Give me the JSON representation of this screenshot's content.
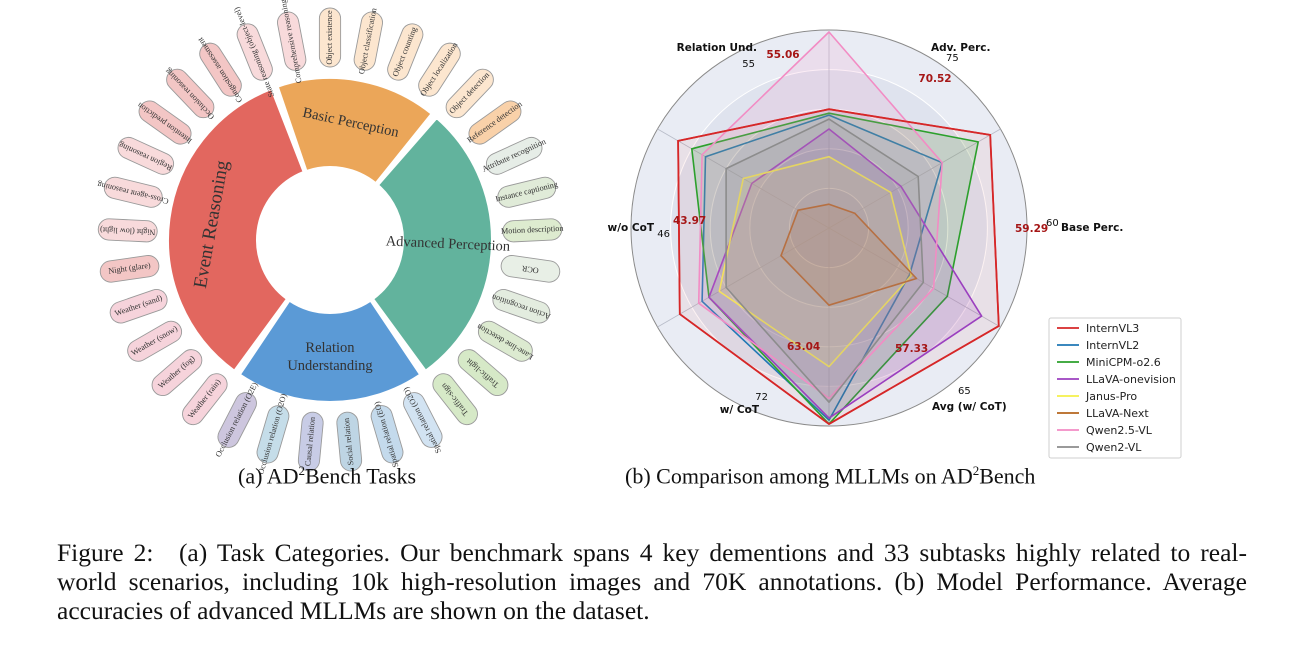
{
  "wheel": {
    "categories": [
      {
        "label": "Basic Perception",
        "color": "#EBA659",
        "start": -20,
        "end": 40
      },
      {
        "label": "Advanced Perception",
        "color": "#62B39D",
        "start": 40,
        "end": 145
      },
      {
        "label": "Relation Understanding",
        "color": "#5B9AD6",
        "start": 145,
        "end": 215
      },
      {
        "label": "Event Reasoning",
        "color": "#E2675F",
        "start": 215,
        "end": 340
      }
    ],
    "subtasks": [
      {
        "label": "Object existence",
        "color": "#FCE6CF"
      },
      {
        "label": "Object classification",
        "color": "#FCE6CF"
      },
      {
        "label": "Object counting",
        "color": "#FCE6CF"
      },
      {
        "label": "Object localization",
        "color": "#FCE6CF"
      },
      {
        "label": "Object detection",
        "color": "#FCE6CF"
      },
      {
        "label": "Reference detection",
        "color": "#F9D1A9"
      },
      {
        "label": "Attribute recognition",
        "color": "#E6EDE7"
      },
      {
        "label": "Instance captioning",
        "color": "#E0EBD8"
      },
      {
        "label": "Motion description",
        "color": "#DDEBCF"
      },
      {
        "label": "OCR",
        "color": "#E8EFE6"
      },
      {
        "label": "Action recognition",
        "color": "#E3ECDF"
      },
      {
        "label": "Lane-line detection",
        "color": "#DCEAD0"
      },
      {
        "label": "Traffic-light",
        "color": "#D6E9C7"
      },
      {
        "label": "Traffic-sign",
        "color": "#D6E9C7"
      },
      {
        "label": "Spatial relation (O2O)",
        "color": "#D2E3F2"
      },
      {
        "label": "Spatial relation (EO)",
        "color": "#C4DAEC"
      },
      {
        "label": "Social relation",
        "color": "#BED5E4"
      },
      {
        "label": "Causal relation",
        "color": "#C8CCE6"
      },
      {
        "label": "Occlusion relation (O2O)",
        "color": "#C5DDE9"
      },
      {
        "label": "Occlusion relation (O2E)",
        "color": "#CDC6DE"
      },
      {
        "label": "Weather (rain)",
        "color": "#F6D3DB"
      },
      {
        "label": "Weather (fog)",
        "color": "#F6D3DB"
      },
      {
        "label": "Weather (snow)",
        "color": "#F6D3DB"
      },
      {
        "label": "Weather (sand)",
        "color": "#F6D3DB"
      },
      {
        "label": "Night (glare)",
        "color": "#F3C6C5"
      },
      {
        "label": "Night (low light)",
        "color": "#F8DADB"
      },
      {
        "label": "Cross-agent reasoning",
        "color": "#F8DADB"
      },
      {
        "label": "Region reasoning",
        "color": "#F8DADB"
      },
      {
        "label": "Intention prediction",
        "color": "#F3C6C5"
      },
      {
        "label": "Occlusion reasoning",
        "color": "#F3C6C5"
      },
      {
        "label": "Congestion assessment",
        "color": "#F3C6C5"
      },
      {
        "label": "State reasoning (object-level)",
        "color": "#F8DADB"
      },
      {
        "label": "Comprehensive reasoning",
        "color": "#F8DADB"
      }
    ]
  },
  "chart_data": {
    "type": "radar",
    "axes": [
      {
        "name": "Base Perc.",
        "max": "60"
      },
      {
        "name": "Adv. Perc.",
        "max": "75"
      },
      {
        "name": "Relation Und.",
        "max": "55"
      },
      {
        "name": "w/o CoT",
        "max": "46"
      },
      {
        "name": "w/ CoT",
        "max": "72"
      },
      {
        "name": "Avg (w/ CoT)",
        "max": "65"
      }
    ],
    "best_labels": [
      "59.29",
      "70.52",
      "55.06",
      "43.97",
      "63.04",
      "57.33"
    ],
    "series": [
      {
        "name": "InternVL3",
        "color": "#D62728",
        "fill": false,
        "values": [
          0.6,
          0.94,
          0.99,
          0.99,
          0.87,
          0.88
        ]
      },
      {
        "name": "InternVL2",
        "color": "#1F77B4",
        "fill": false,
        "values": [
          0.57,
          0.66,
          0.47,
          0.97,
          0.74,
          0.72
        ]
      },
      {
        "name": "MiniCPM-o2.6",
        "color": "#2CA02C",
        "fill": true,
        "values": [
          0.58,
          0.87,
          0.69,
          0.99,
          0.7,
          0.8
        ]
      },
      {
        "name": "LLaVA-onevision",
        "color": "#9B3FBF",
        "fill": true,
        "values": [
          0.5,
          0.42,
          0.89,
          0.96,
          0.7,
          0.45
        ]
      },
      {
        "name": "Janus-Pro",
        "color": "#F5F04A",
        "fill": true,
        "values": [
          0.36,
          0.36,
          0.48,
          0.7,
          0.64,
          0.5
        ]
      },
      {
        "name": "LLaVA-Next",
        "color": "#B5651D",
        "fill": true,
        "values": [
          0.12,
          0.15,
          0.51,
          0.39,
          0.28,
          0.18
        ]
      },
      {
        "name": "Qwen2.5-VL",
        "color": "#F28CC4",
        "fill": true,
        "values": [
          0.99,
          0.66,
          0.61,
          0.86,
          0.76,
          0.74
        ]
      },
      {
        "name": "Qwen2-VL",
        "color": "#8C8C8C",
        "fill": true,
        "values": [
          0.55,
          0.52,
          0.55,
          0.88,
          0.6,
          0.6
        ]
      }
    ]
  },
  "captions": {
    "sub_a_pre": "(a) AD",
    "sub_a_sup": "2",
    "sub_a_post": "Bench Tasks",
    "sub_b_pre": "(b) Comparison among MLLMs on AD",
    "sub_b_sup": "2",
    "sub_b_post": "Bench",
    "figure": "Figure 2: (a) Task Categories. Our benchmark spans 4 key dementions and 33 subtasks highly related to real-world scenarios, including 10k high-resolution images and 70K annotations. (b) Model Performance. Average accuracies of advanced MLLMs are shown on the dataset."
  }
}
